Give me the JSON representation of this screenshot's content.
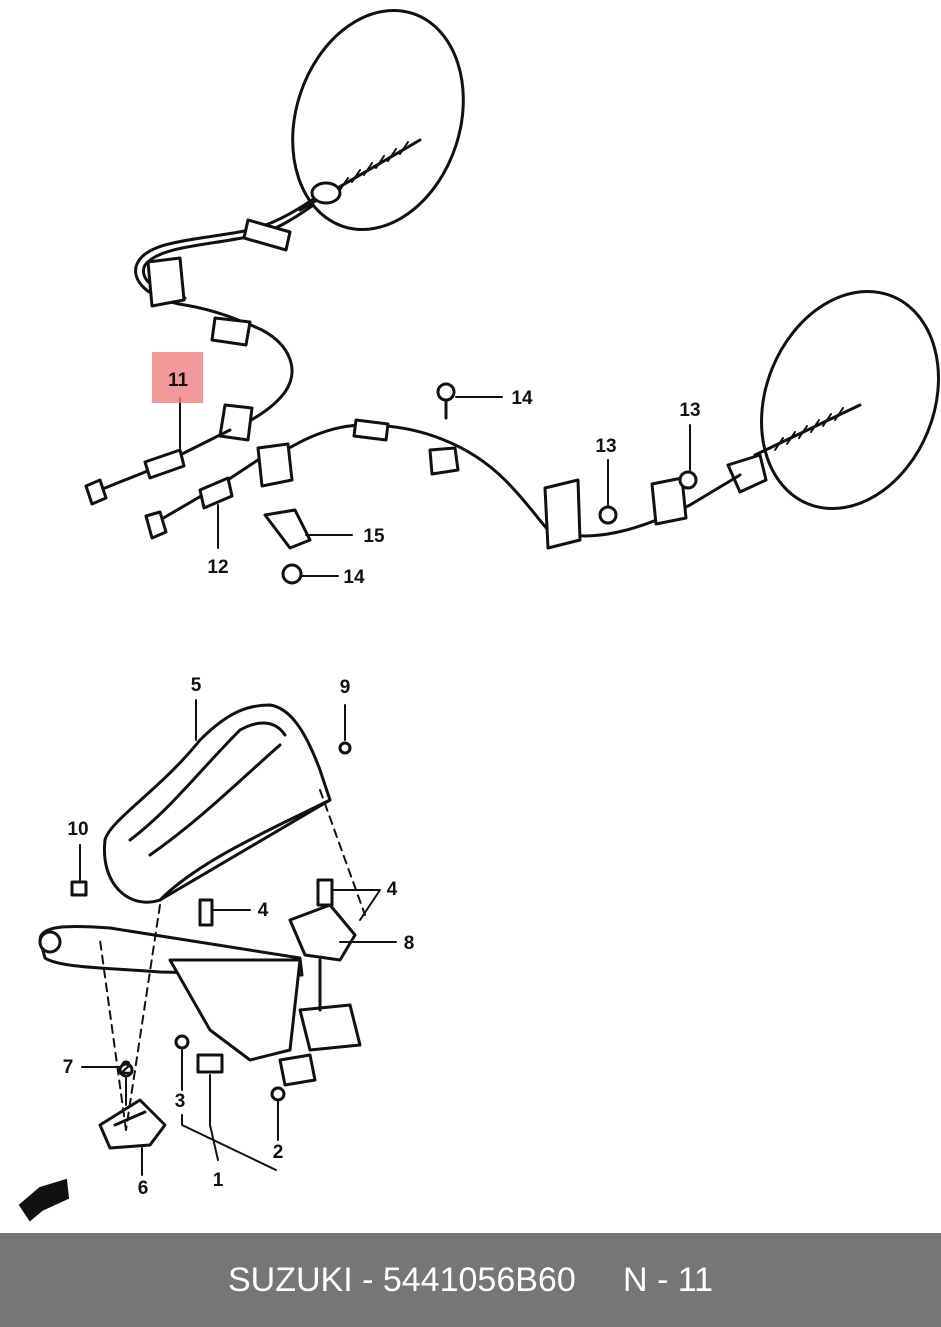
{
  "diagram": {
    "highlight_color": "#f08080",
    "callouts": {
      "c1": "1",
      "c2a": "2",
      "c2b": "2",
      "c3": "3",
      "c4a": "4",
      "c4b": "4",
      "c5": "5",
      "c6": "6",
      "c7": "7",
      "c8": "8",
      "c9": "9",
      "c10": "10",
      "c11": "11",
      "c12": "12",
      "c13a": "13",
      "c13b": "13",
      "c14a": "14",
      "c14b": "14",
      "c15": "15"
    }
  },
  "footer": {
    "background": "#767676",
    "caption": "SUZUKI - 5441056B60     N - 11"
  }
}
